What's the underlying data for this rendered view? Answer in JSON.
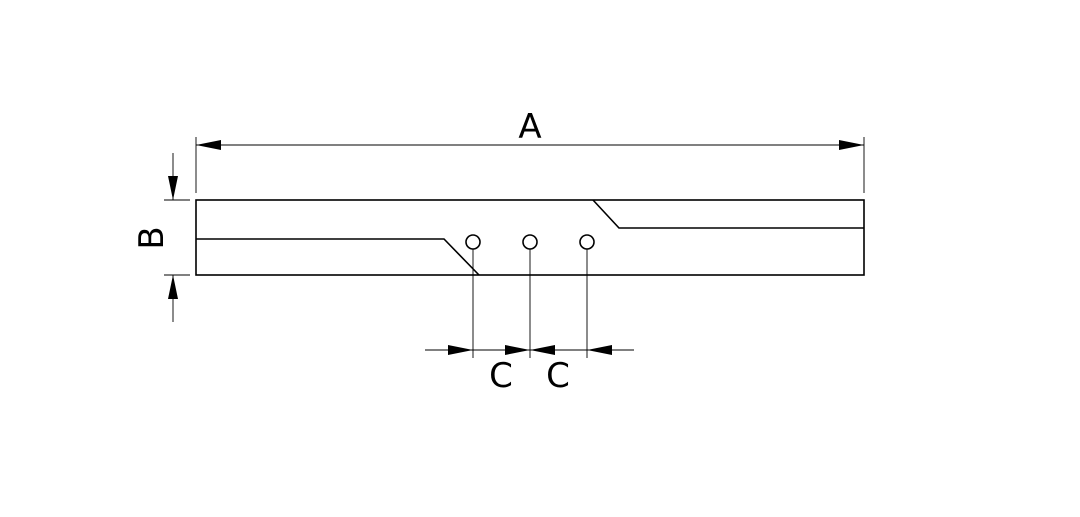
{
  "drawing": {
    "labels": {
      "length": "A",
      "width": "B",
      "hole_spacing_1": "C",
      "hole_spacing_2": "C"
    },
    "colors": {
      "line": "#000000",
      "background": "#ffffff"
    }
  }
}
